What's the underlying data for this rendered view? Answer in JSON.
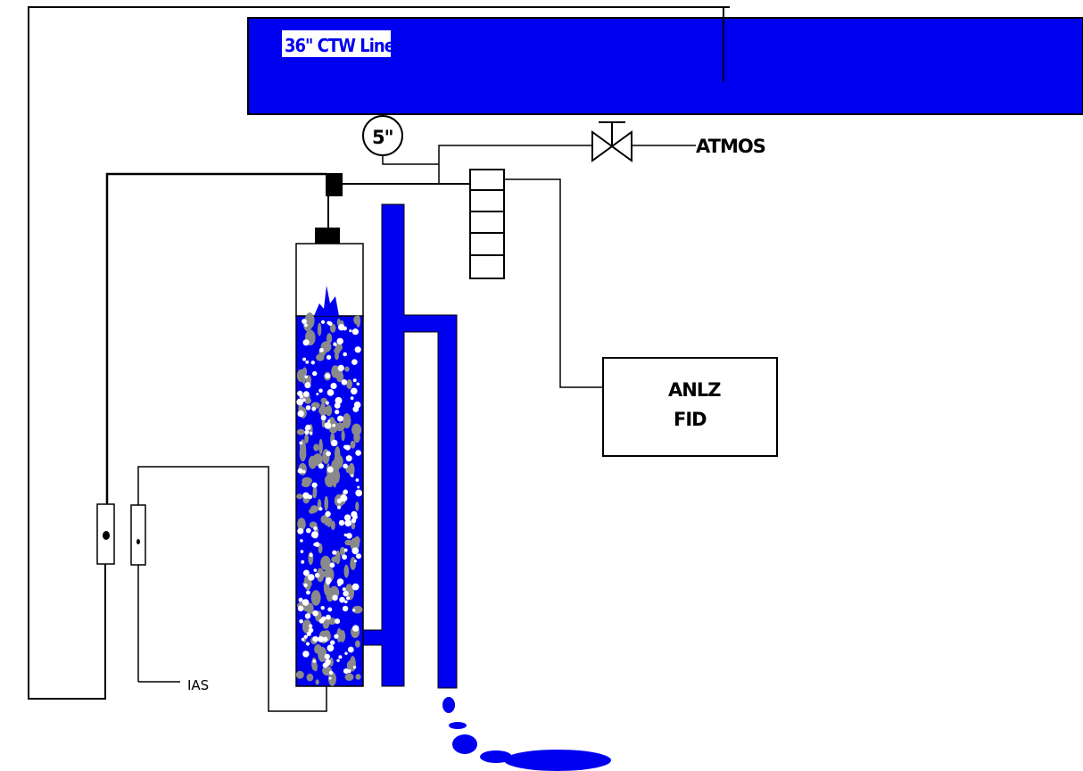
{
  "header_pipe": {
    "label": "36\" CTW Line"
  },
  "gauge": {
    "label": "5\""
  },
  "valve_outlet": {
    "label": "ATMOS"
  },
  "analyzer": {
    "line1": "ANLZ",
    "line2": "FID"
  },
  "ias": {
    "label": "IAS"
  },
  "colors": {
    "water": "#0000f0",
    "stone_gray": "#8a8a8a",
    "bubble_white": "#ffffff",
    "line": "#000000"
  }
}
